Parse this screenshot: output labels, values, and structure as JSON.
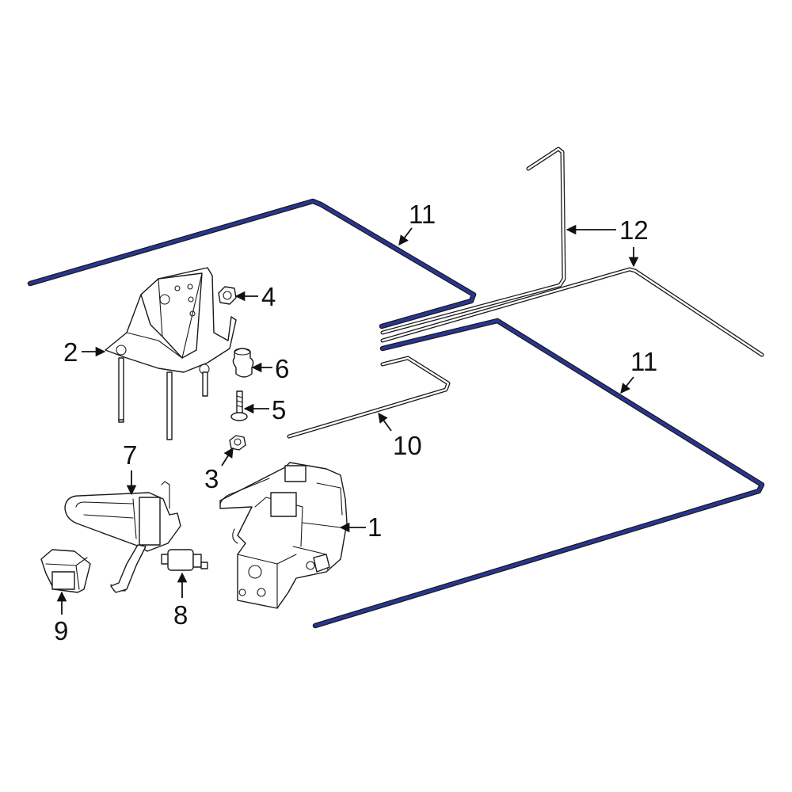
{
  "colors": {
    "highlight": "#283593",
    "line": "#1a1a1a",
    "background": "#ffffff"
  },
  "callouts": {
    "c1": "1",
    "c2": "2",
    "c3": "3",
    "c4": "4",
    "c5": "5",
    "c6": "6",
    "c7": "7",
    "c8": "8",
    "c9": "9",
    "c10": "10",
    "c11a": "11",
    "c11b": "11",
    "c12": "12"
  }
}
